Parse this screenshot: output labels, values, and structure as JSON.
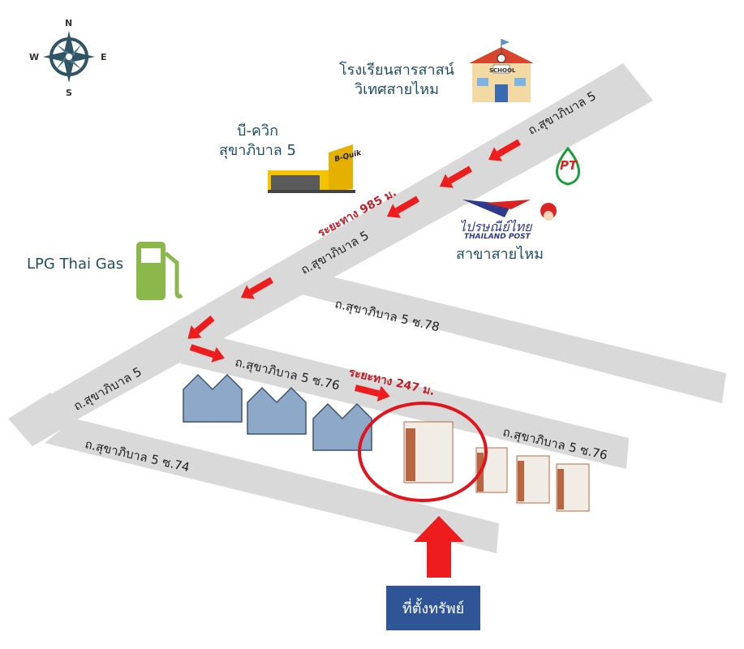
{
  "colors": {
    "road": "#d9d9d9",
    "arrow": "#ee1c1c",
    "poi_text": "#1f4e5f",
    "distance_text": "#c0202a",
    "location_box": "#2f5597"
  },
  "compass": {
    "n": "N",
    "s": "S",
    "e": "E",
    "w": "W"
  },
  "roads": {
    "main_top": "ถ.สุขาภิบาล 5",
    "main_mid": "ถ.สุขาภิบาล 5",
    "main_left": "ถ.สุขาภิบาล 5",
    "soi78": "ถ.สุขาภิบาล 5 ซ.78",
    "soi76_a": "ถ.สุขาภิบาล 5 ซ.76",
    "soi76_b": "ถ.สุขาภิบาล 5 ซ.76",
    "soi74": "ถ.สุขาภิบาล 5 ซ.74"
  },
  "distances": {
    "main": "ระยะทาง 985 ม.",
    "soi": "ระยะทาง 247 ม."
  },
  "pois": {
    "school": [
      "โรงเรียนสารสาสน์",
      "วิเทศสายไหม"
    ],
    "school_sign": "SCHOOL",
    "bquik": [
      "บี-ควิก",
      "สุขาภิบาล 5"
    ],
    "bquik_sign": "B-Quik",
    "gas": "LPG Thai Gas",
    "pt": "PT",
    "post_logo": "ไปรษณีย์ไทย",
    "post_logo_en": "THAILAND POST",
    "post_branch": "สาขาสายไหม"
  },
  "location_label": "ที่ตั้งทรัพย์"
}
